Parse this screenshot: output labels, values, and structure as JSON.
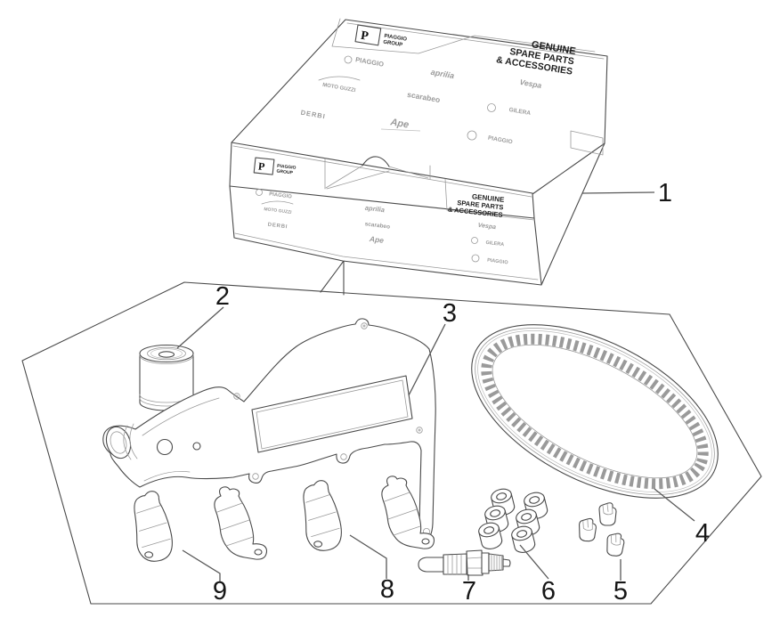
{
  "diagram": {
    "background": "#ffffff",
    "line_color": "#4a4a4a",
    "light_line_color": "#9a9a9a",
    "callout_color": "#161616"
  },
  "box": {
    "monogram": "P",
    "group_line1": "PIAGGIO",
    "group_line2": "GROUP",
    "genuine_lines": [
      "GENUINE",
      "SPARE PARTS",
      "& ACCESSORIES"
    ],
    "brands": [
      "PIAGGIO",
      "aprilia",
      "MOTO GUZZI",
      "Vespa",
      "scarabeo",
      "GILERA",
      "DERBI",
      "Ape",
      "PIAGGIO"
    ]
  },
  "callouts": [
    {
      "number": "1"
    },
    {
      "number": "2"
    },
    {
      "number": "3"
    },
    {
      "number": "4"
    },
    {
      "number": "5"
    },
    {
      "number": "6"
    },
    {
      "number": "7"
    },
    {
      "number": "8"
    },
    {
      "number": "9"
    }
  ]
}
